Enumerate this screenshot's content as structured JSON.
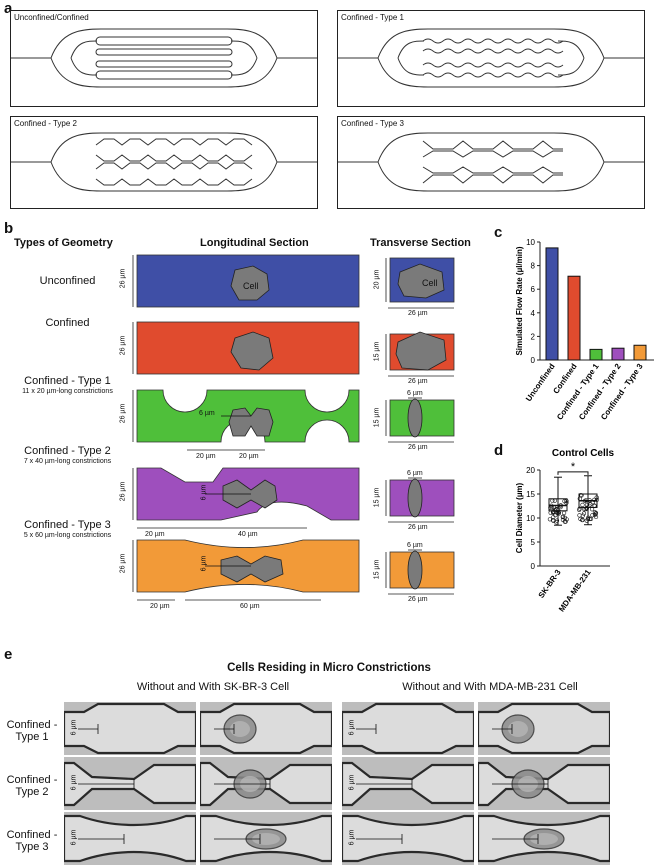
{
  "panel_a": {
    "label": "a",
    "titles": [
      "Unconfined/Confined",
      "Confined - Type 1",
      "Confined - Type 2",
      "Confined - Type 3"
    ]
  },
  "panel_b": {
    "label": "b",
    "header_types": "Types of Geometry",
    "header_long": "Longitudinal Section",
    "header_trans": "Transverse Section",
    "rows": [
      {
        "name": "Unconfined",
        "sub": "",
        "color": "#3f4fa6",
        "height": "26 µm",
        "trans_height": "20 µm",
        "trans_width": "26 µm",
        "cell": "Cell",
        "trans_cell": "Cell"
      },
      {
        "name": "Confined",
        "sub": "",
        "color": "#e04b2e",
        "height": "26 µm",
        "trans_height": "15 µm",
        "trans_width": "26 µm"
      },
      {
        "name": "Confined - Type 1",
        "sub": "11 x 20 µm-long constrictions",
        "color": "#4fbf3a",
        "height": "26 µm",
        "gap": "6 µm",
        "len_a": "20 µm",
        "len_b": "20 µm",
        "trans_top": "6 µm",
        "trans_height": "15 µm",
        "trans_width": "26 µm"
      },
      {
        "name": "Confined - Type 2",
        "sub": "7 x 40 µm-long constrictions",
        "color": "#9e4fbd",
        "height": "26 µm",
        "gap": "6 µm",
        "len_a": "20 µm",
        "len_b": "40 µm",
        "trans_top": "6 µm",
        "trans_height": "15 µm",
        "trans_width": "26 µm"
      },
      {
        "name": "Confined - Type 3",
        "sub": "5 x 60 µm-long constrictions",
        "color": "#f29a38",
        "height": "26 µm",
        "gap": "6 µm",
        "len_a": "20 µm",
        "len_b": "60 µm",
        "trans_top": "6 µm",
        "trans_height": "15 µm",
        "trans_width": "26 µm"
      }
    ]
  },
  "chart_data": [
    {
      "panel": "c",
      "type": "bar",
      "categories": [
        "Unconfined",
        "Confined",
        "Confined - Type 1",
        "Confined - Type 2",
        "Confined - Type 3"
      ],
      "values": [
        9.5,
        7.1,
        0.9,
        1.0,
        1.25
      ],
      "colors": [
        "#3f4fa6",
        "#e04b2e",
        "#4fbf3a",
        "#9e4fbd",
        "#f29a38"
      ],
      "ylabel": "Simulated Flow Rate (µl/min)",
      "ylim": [
        0,
        10
      ],
      "yticks": [
        "0",
        "2",
        "4",
        "6",
        "8",
        "10"
      ]
    },
    {
      "panel": "d",
      "type": "box",
      "title": "Control Cells",
      "categories": [
        "SK-BR-3",
        "MDA-MB-231"
      ],
      "ylabel": "Cell Diameter (µm)",
      "ylim": [
        0,
        20
      ],
      "yticks": [
        "0",
        "5",
        "10",
        "15",
        "20"
      ],
      "boxes": [
        {
          "min": 8.5,
          "q1": 11.5,
          "median": 12.6,
          "q3": 14.0,
          "max": 18.5
        },
        {
          "min": 8.6,
          "q1": 12.2,
          "median": 13.6,
          "q3": 15.0,
          "max": 18.8
        }
      ],
      "significance": "*"
    }
  ],
  "panel_e": {
    "label": "e",
    "title": "Cells Residing in Micro Constrictions",
    "left_heading": "Without and With SK-BR-3 Cell",
    "right_heading": "Without and With MDA-MB-231 Cell",
    "rows": [
      {
        "name": "Confined - Type 1",
        "scale": "6 µm"
      },
      {
        "name": "Confined - Type 2",
        "scale": "6 µm"
      },
      {
        "name": "Confined - Type 3",
        "scale": "6 µm"
      }
    ]
  }
}
